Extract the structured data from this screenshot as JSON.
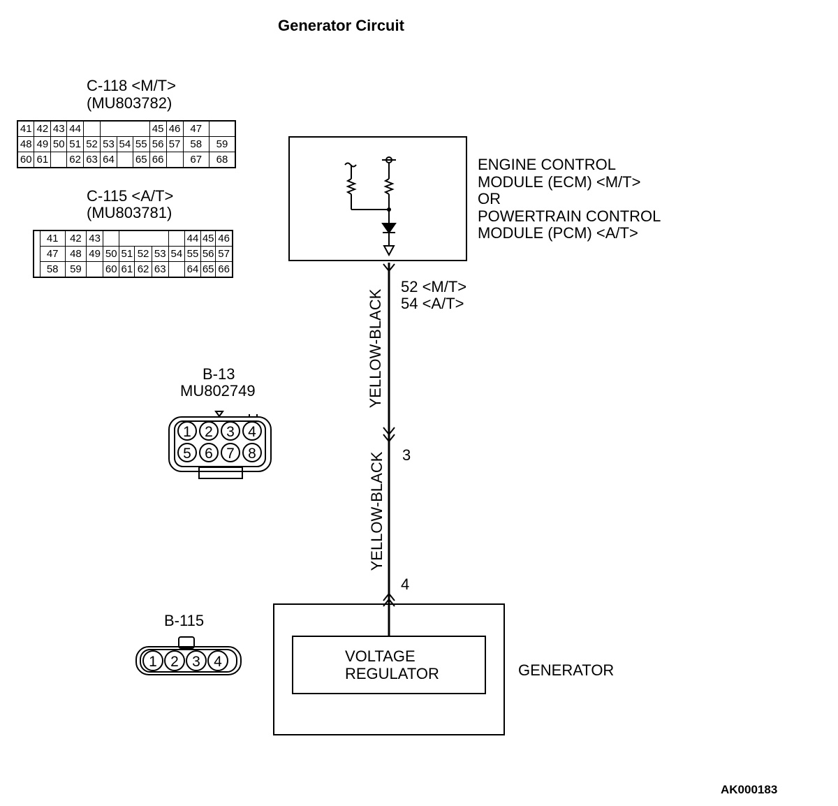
{
  "title": "Generator Circuit",
  "connectors": {
    "c118": {
      "title": "C-118 <M/T>",
      "part": "(MU803782)",
      "rows": [
        [
          "41",
          "42",
          "43",
          "44",
          "",
          "",
          "",
          "",
          "",
          "45",
          "46",
          "47"
        ],
        [
          "48",
          "49",
          "50",
          "51",
          "52",
          "53",
          "54",
          "55",
          "56",
          "57",
          "58",
          "59"
        ],
        [
          "60",
          "61",
          "",
          "62",
          "63",
          "64",
          "",
          "65",
          "66",
          "",
          "67",
          "68"
        ]
      ]
    },
    "c115": {
      "title": "C-115 <A/T>",
      "part": "(MU803781)",
      "rows": [
        [
          "",
          "41",
          "42",
          "43",
          "",
          "",
          "",
          "",
          "",
          "44",
          "45",
          "46"
        ],
        [
          "",
          "47",
          "48",
          "49",
          "50",
          "51",
          "52",
          "53",
          "54",
          "55",
          "56",
          "57"
        ],
        [
          "",
          "58",
          "59",
          "",
          "60",
          "61",
          "62",
          "63",
          "",
          "64",
          "65",
          "66"
        ]
      ]
    },
    "b13": {
      "title": "B-13",
      "part": "MU802749",
      "pins": [
        "1",
        "2",
        "3",
        "4",
        "5",
        "6",
        "7",
        "8"
      ]
    },
    "b115": {
      "title": "B-115",
      "pins": [
        "1",
        "2",
        "3",
        "4"
      ]
    }
  },
  "ecm": {
    "lines": [
      "ENGINE CONTROL",
      "MODULE (ECM) <M/T>",
      "OR",
      "POWERTRAIN CONTROL",
      "MODULE (PCM) <A/T>"
    ]
  },
  "wires": {
    "upper_color": "YELLOW-BLACK",
    "lower_color": "YELLOW-BLACK",
    "ecm_pins": [
      "52 <M/T>",
      "54 <A/T>"
    ],
    "junction_pin": "3",
    "generator_pin": "4"
  },
  "generator": {
    "label": "GENERATOR",
    "regulator_lines": [
      "VOLTAGE",
      "REGULATOR"
    ]
  },
  "figure_code": "AK000183"
}
